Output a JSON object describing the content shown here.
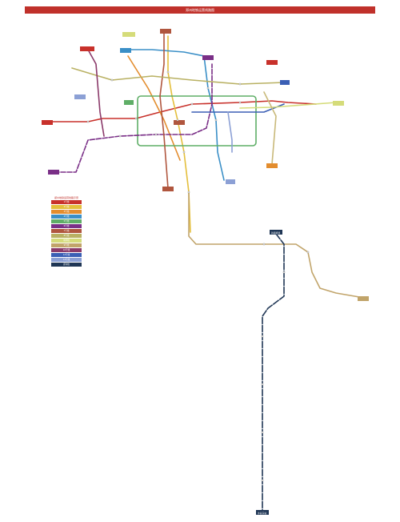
{
  "title": "郑州地铁运营线路图",
  "legend": {
    "title": "郑州地铁运营线路示意",
    "items": [
      {
        "line": "1号线",
        "color": "#c8312b"
      },
      {
        "line": "2号线",
        "color": "#e4bf3c"
      },
      {
        "line": "3号线",
        "color": "#e38d2e"
      },
      {
        "line": "4号线",
        "color": "#3a8fc7"
      },
      {
        "line": "5号线",
        "color": "#5fae67"
      },
      {
        "line": "6号线",
        "color": "#7a2f87"
      },
      {
        "line": "7号线",
        "color": "#b0563e"
      },
      {
        "line": "8号线",
        "color": "#b9b163"
      },
      {
        "line": "城郊线",
        "color": "#d5dc7a"
      },
      {
        "line": "9号线",
        "color": "#c1a46a"
      },
      {
        "line": "10号线",
        "color": "#8b3a6a"
      },
      {
        "line": "12号线",
        "color": "#3b5fb5"
      },
      {
        "line": "14号线",
        "color": "#8ca0d5"
      },
      {
        "line": "郑许线",
        "color": "#1f3655"
      }
    ]
  },
  "terminals": [
    {
      "name": "新郑机场",
      "color": "#1f3655"
    },
    {
      "name": "许昌东站",
      "color": "#1f3655"
    }
  ],
  "icons": {
    "map": "subway-map-icon"
  }
}
